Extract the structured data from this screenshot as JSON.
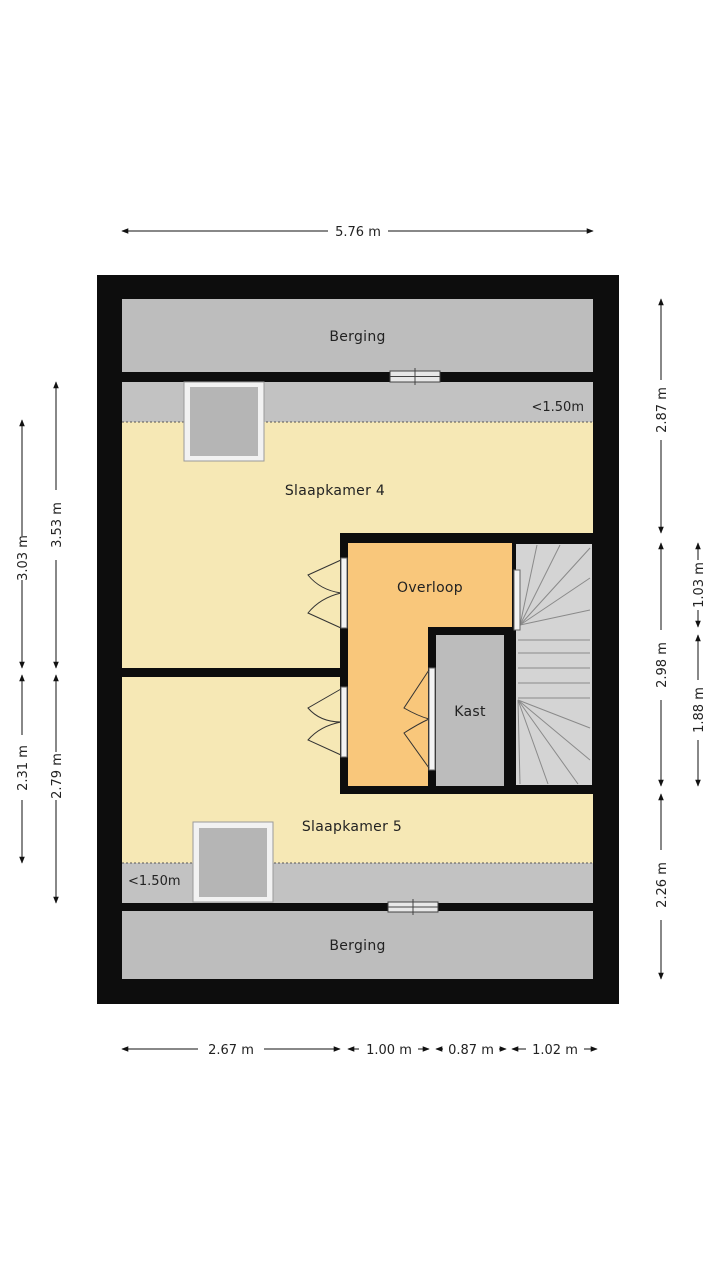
{
  "colors": {
    "wall": "#0d0d0d",
    "storage": "#bdbdbd",
    "low_ceiling": "#c2c2c2",
    "bedroom": "#f6e8b5",
    "landing": "#f9c77b",
    "closet": "#bcbcbc",
    "stairs": "#cfcfcf",
    "dimension_line": "#111111"
  },
  "rooms": {
    "storage_top": "Berging",
    "storage_bottom": "Berging",
    "bedroom_4": "Slaapkamer 4",
    "bedroom_5": "Slaapkamer 5",
    "landing": "Overloop",
    "closet": "Kast",
    "low_ceiling_top": "<1.50m",
    "low_ceiling_bottom": "<1.50m"
  },
  "dimensions": {
    "top_width": "5.76 m",
    "bottom": [
      "2.67 m",
      "1.00 m",
      "0.87 m",
      "1.02 m"
    ],
    "left_outer": [
      "3.03 m",
      "2.31 m"
    ],
    "left_inner": [
      "3.53 m",
      "2.79 m"
    ],
    "right_outer": [
      "2.87 m",
      "2.98 m",
      "2.26 m"
    ],
    "right_inner": [
      "1.03 m",
      "1.88 m"
    ]
  },
  "icons": [
    "skylight-icon",
    "skylight-icon",
    "door-swing-icon",
    "staircase-icon",
    "window-icon"
  ]
}
